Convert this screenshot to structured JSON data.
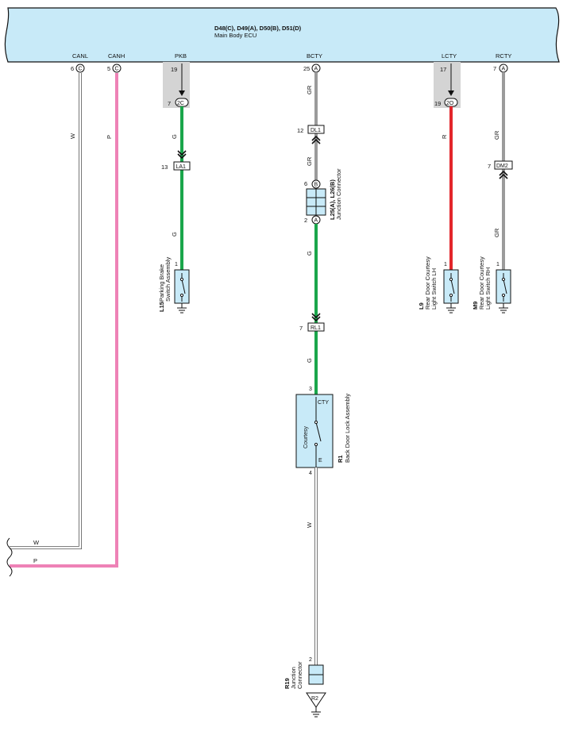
{
  "ecu": {
    "codes": "D48(C), D49(A), D50(B), D51(D)",
    "name": "Main Body ECU",
    "terminals": [
      {
        "name": "CANL",
        "pin": "6",
        "conn": "C"
      },
      {
        "name": "CANH",
        "pin": "5",
        "conn": "C"
      },
      {
        "name": "PKB",
        "pin": "19",
        "conn": ""
      },
      {
        "name": "BCTY",
        "pin": "25",
        "conn": "A"
      },
      {
        "name": "LCTY",
        "pin": "17",
        "conn": ""
      },
      {
        "name": "RCTY",
        "pin": "7",
        "conn": "A"
      }
    ]
  },
  "connectors": {
    "pkb_2c_pin": "7",
    "pkb_2c": "2C",
    "la1_pin": "13",
    "la1": "LA1",
    "dl1_pin": "12",
    "dl1": "DL1",
    "rl1_pin": "7",
    "rl1": "RL1",
    "lcty_2o_pin": "19",
    "lcty_2o": "2O",
    "dm2_pin": "7",
    "dm2": "DM2",
    "jc_top_pin": "6",
    "jc_top": "B",
    "jc_bot_pin": "2",
    "jc_bot": "A",
    "r2": "R2"
  },
  "wires": {
    "canl": "W",
    "canh": "P",
    "pkb1": "G",
    "pkb2": "G",
    "bcty1": "GR",
    "bcty2": "GR",
    "bcty3": "G",
    "bcty4": "G",
    "bcty5": "W",
    "lcty": "R",
    "rcty1": "GR",
    "rcty2": "GR",
    "bus_w": "W",
    "bus_p": "P"
  },
  "components": {
    "l15": {
      "code": "L15",
      "name1": "Parking Brake",
      "name2": "Switch Assembly",
      "pin": "1"
    },
    "jc": {
      "code": "L25(A), L26(B)",
      "name": "Junction Connector"
    },
    "r1": {
      "code": "R1",
      "name": "Back Door Lock Assembly",
      "pin_top": "3",
      "pin_bot": "4",
      "cty": "CTY",
      "e": "E",
      "sw": "Courtesy"
    },
    "l9": {
      "code": "L9",
      "name1": "Rear Door Courtesy",
      "name2": "Light Switch LH",
      "pin": "1"
    },
    "m9": {
      "code": "M9",
      "name1": "Rear Door Courtesy",
      "name2": "Light Switch RH",
      "pin": "1"
    },
    "r19": {
      "code": "R19",
      "name1": "Junction",
      "name2": "Connector",
      "pin": "2"
    }
  },
  "colors": {
    "ecu_fill": "#c8eaf8",
    "wire_w": "#d9d9d9",
    "wire_p": "#ee82b6",
    "wire_g": "#1aa64b",
    "wire_gr": "#9b9b9b",
    "wire_r": "#e3262b",
    "comp_fill": "#c8eaf8",
    "shade": "#d4d4d4"
  }
}
